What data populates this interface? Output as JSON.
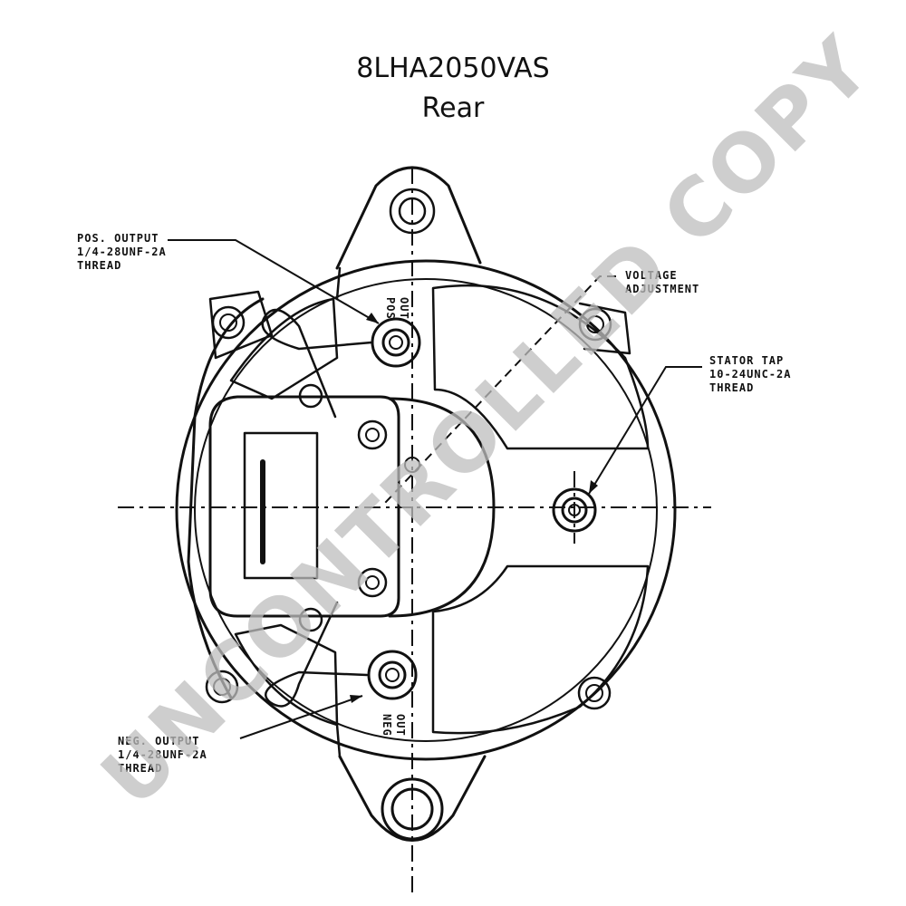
{
  "title": {
    "line1": "8LHA2050VAS",
    "line2": "Rear"
  },
  "labels": {
    "pos_output": [
      "POS. OUTPUT",
      "1/4-28UNF-2A",
      "THREAD"
    ],
    "voltage_adjustment": [
      "VOLTAGE",
      "ADJUSTMENT"
    ],
    "stator_tap": [
      "STATOR TAP",
      "10-24UNC-2A",
      "THREAD"
    ],
    "neg_output": [
      "NEG. OUTPUT",
      "1/4-28UNF-2A",
      "THREAD"
    ],
    "pos_out_top": "POS",
    "pos_out_bottom": "OUT",
    "neg_out_top": "NEG",
    "neg_out_bottom": "OUT"
  },
  "watermark": "UNCONTROLLED COPY"
}
